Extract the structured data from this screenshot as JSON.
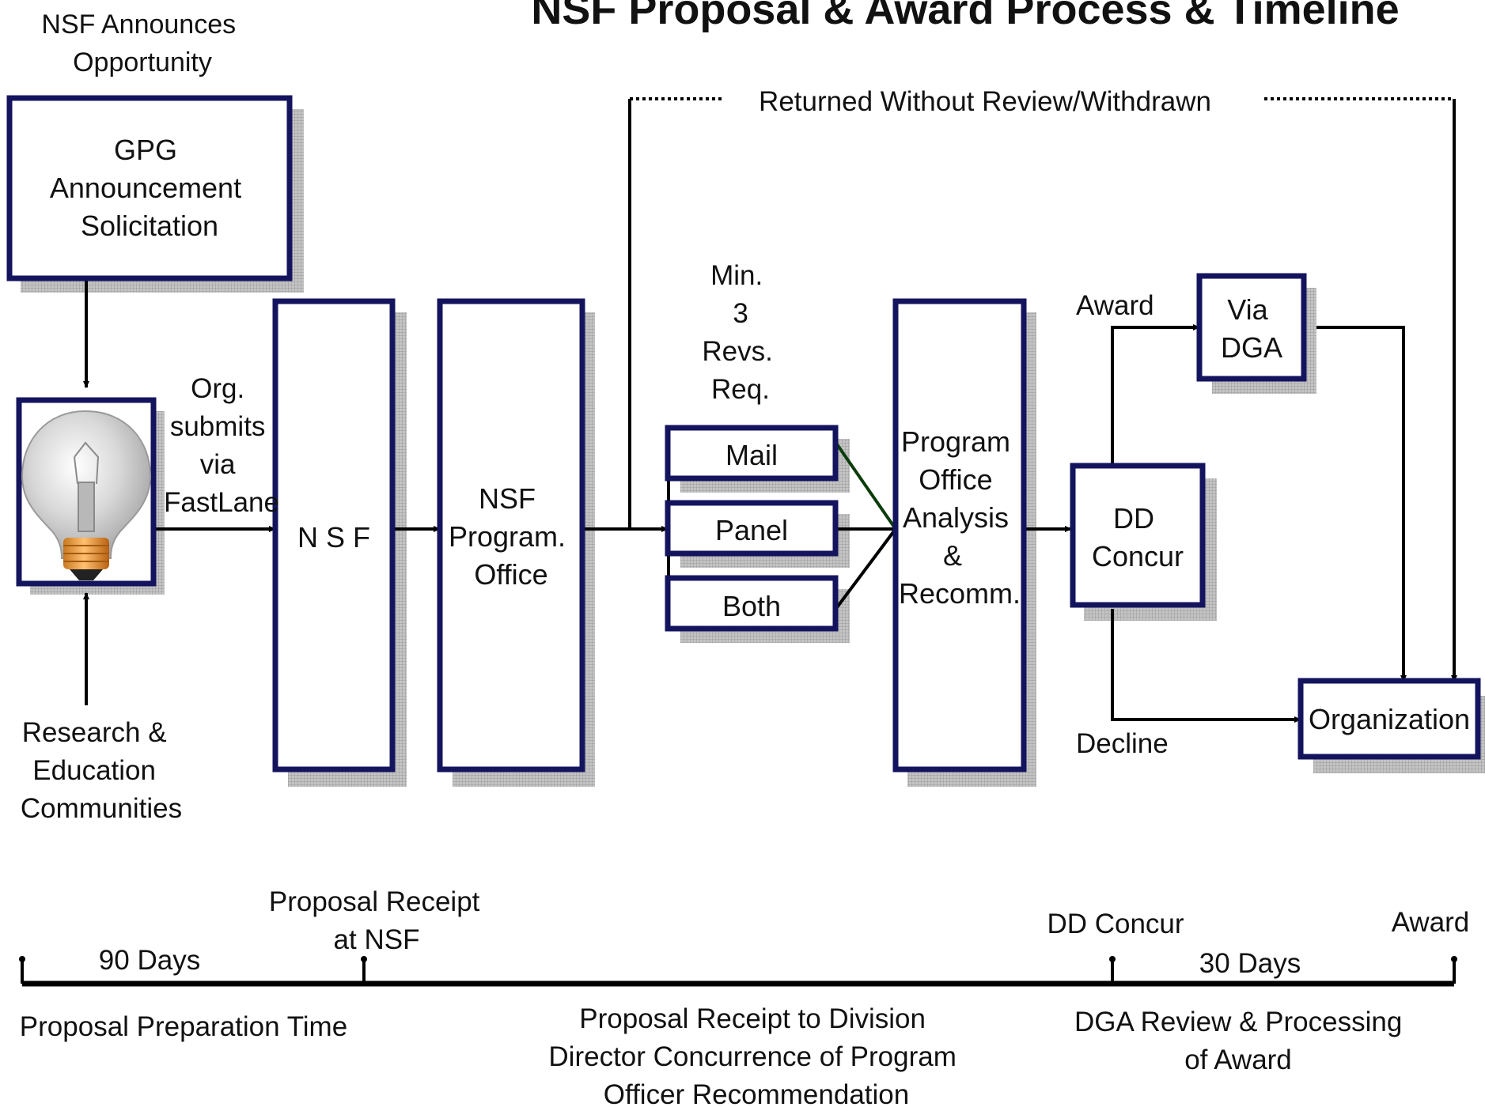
{
  "title": "NSF Proposal & Award Process & Timeline",
  "colors": {
    "box_border": "#14145e",
    "shadow": "#b8b8b8",
    "line": "#000000",
    "green_line": "#0b3d0b",
    "bulb_base": "#f0a040"
  },
  "labels": {
    "announce": [
      "NSF  Announces",
      "Opportunity"
    ],
    "submits": [
      "Org.",
      "submits",
      "via",
      "FastLane"
    ],
    "min_revs": [
      "Min.",
      "3",
      "Revs.",
      "Req."
    ],
    "returned": "Returned Without Review/Withdrawn",
    "award": "Award",
    "decline": "Decline",
    "communities": [
      "Research &",
      "Education",
      "Communities"
    ]
  },
  "boxes": {
    "gpg": [
      "GPG",
      "Announcement",
      "Solicitation"
    ],
    "nsf": "N S F",
    "program_office": [
      "NSF",
      "Program.",
      "Office"
    ],
    "mail": "Mail",
    "panel": "Panel",
    "both": "Both",
    "analysis": [
      "Program",
      "Office",
      "Analysis",
      "&",
      "Recomm."
    ],
    "dd_concur": [
      "DD",
      "Concur"
    ],
    "via_dga": [
      "Via",
      "DGA"
    ],
    "organization": "Organization"
  },
  "icons": {
    "idea": "lightbulb-icon"
  },
  "timeline": {
    "markers": [
      {
        "label": [
          "90 Days"
        ]
      },
      {
        "label": [
          "Proposal Receipt",
          "at NSF"
        ]
      },
      {
        "label": [
          "DD Concur"
        ]
      },
      {
        "label": [
          "Award"
        ]
      },
      {
        "label": [
          "30 Days"
        ]
      }
    ],
    "segments": [
      {
        "label": [
          "Proposal Preparation  Time"
        ]
      },
      {
        "label": [
          "Proposal Receipt to Division",
          "Director Concurrence of Program",
          "Officer  Recommendation"
        ]
      },
      {
        "label": [
          "DGA Review & Processing",
          "of Award"
        ]
      }
    ]
  }
}
